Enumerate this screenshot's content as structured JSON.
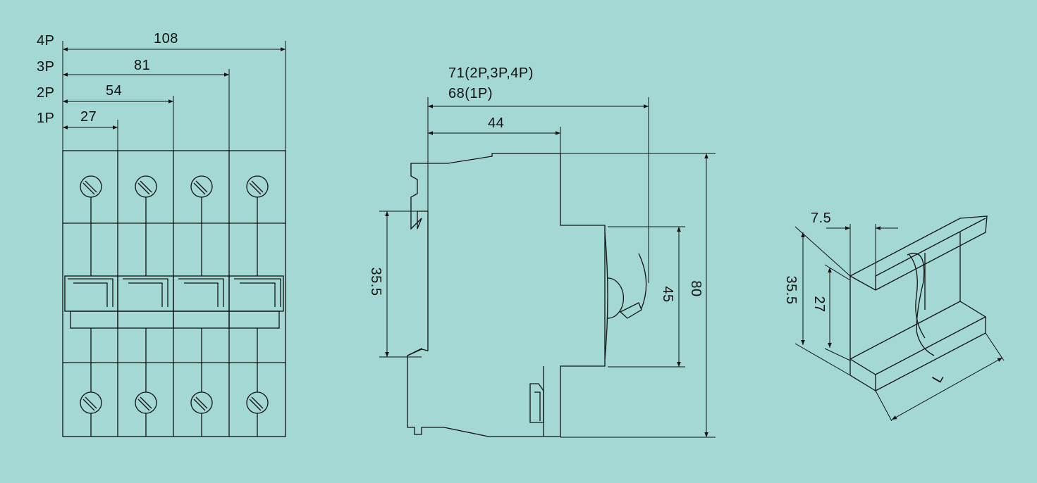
{
  "front_view": {
    "pole_labels": [
      "4P",
      "3P",
      "2P",
      "1P"
    ],
    "widths": [
      "108",
      "81",
      "54",
      "27"
    ]
  },
  "side_view": {
    "depth_top_line1": "71(2P,3P,4P)",
    "depth_top_line2": "68(1P)",
    "depth_44": "44",
    "rail_height": "35.5",
    "front_height": "45",
    "total_height": "80"
  },
  "rail_view": {
    "flange_width": "7.5",
    "outer_height": "35.5",
    "inner_height": "27",
    "length_label": "L"
  },
  "colors": {
    "background": "#a3d8d4",
    "ink": "#111111"
  }
}
